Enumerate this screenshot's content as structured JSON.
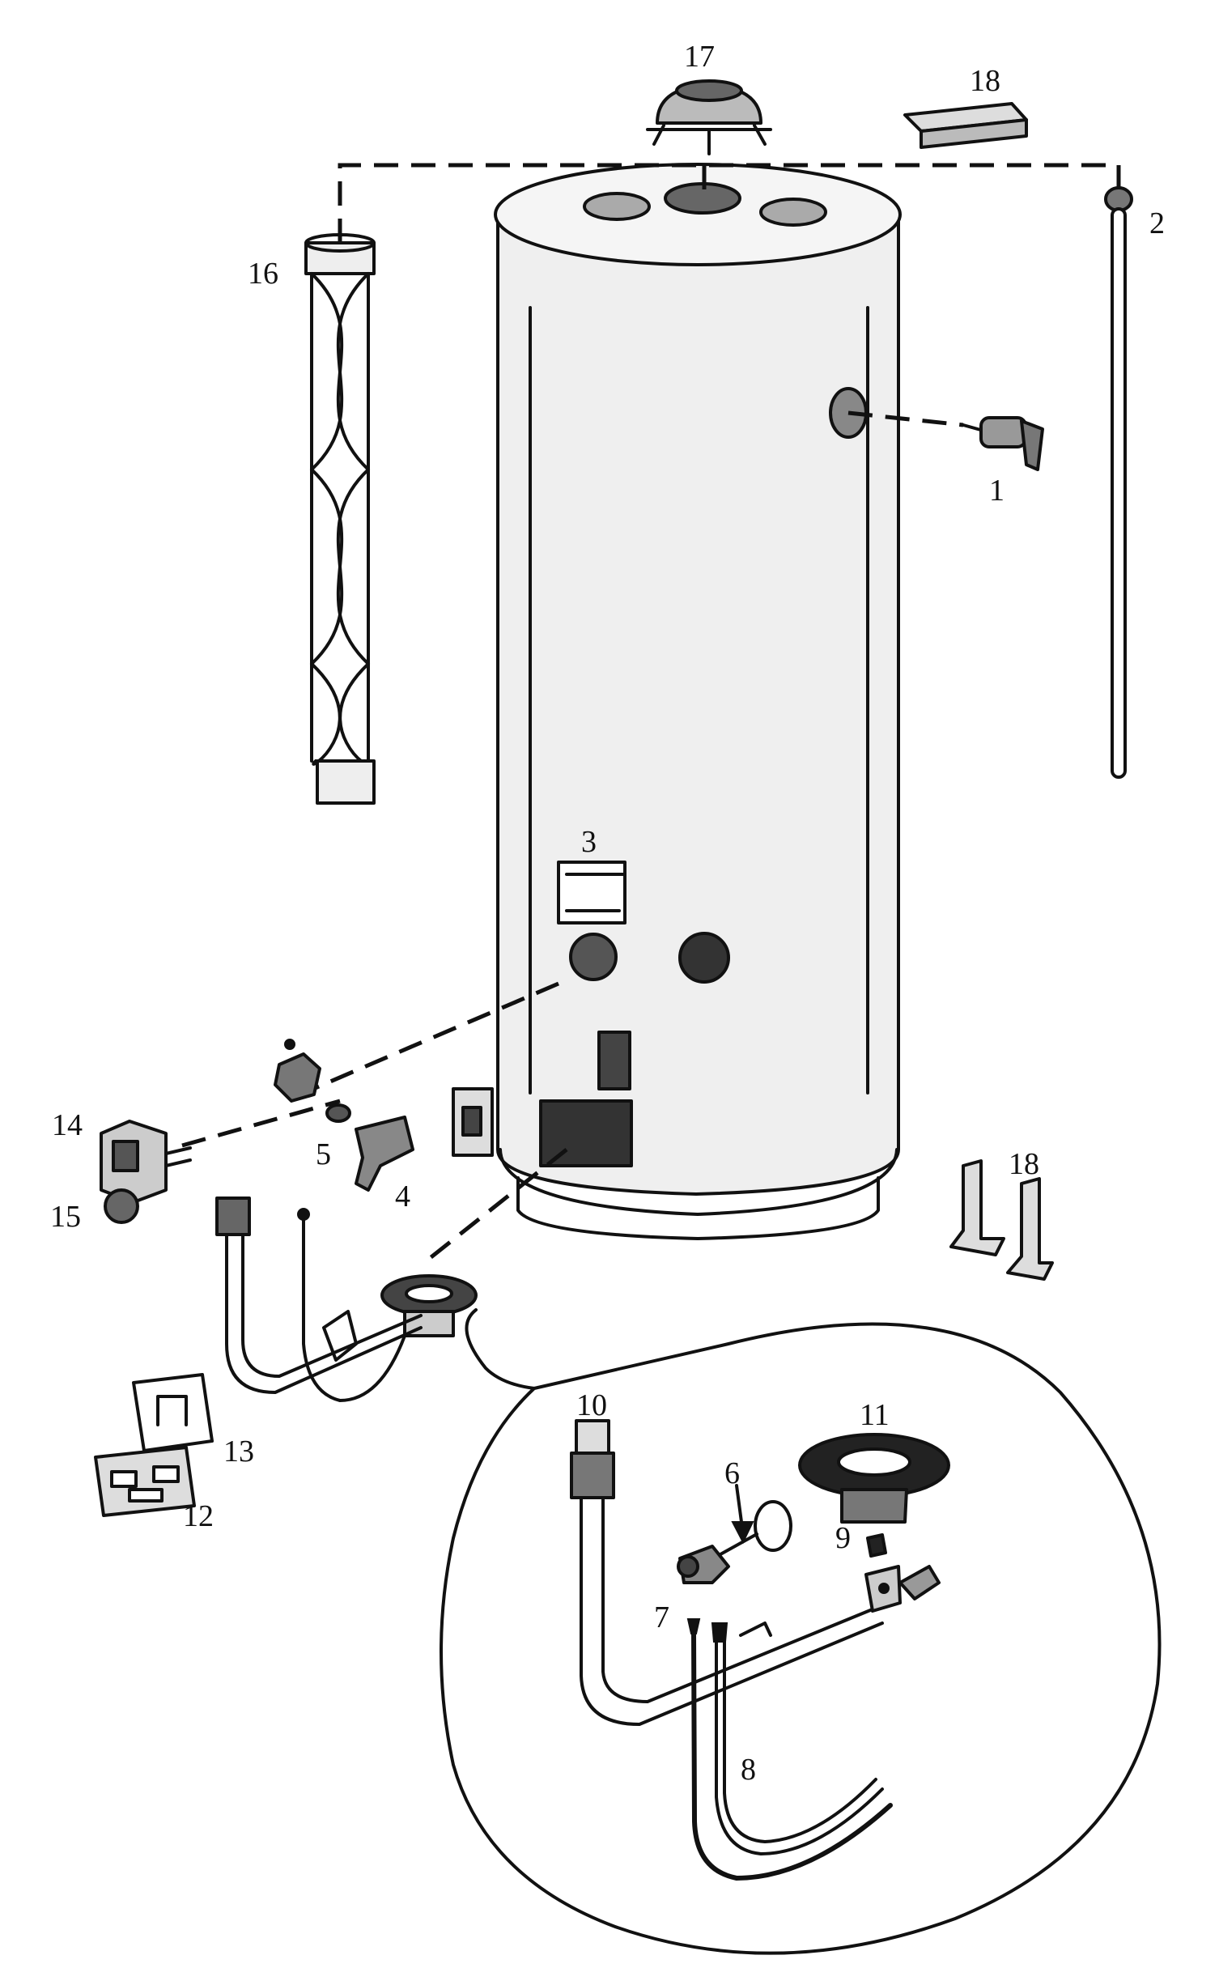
{
  "labels": {
    "l1": "1",
    "l2": "2",
    "l3": "3",
    "l4": "4",
    "l5": "5",
    "l6": "6",
    "l7": "7",
    "l8": "8",
    "l9": "9",
    "l10": "10",
    "l11": "11",
    "l12": "12",
    "l13": "13",
    "l14": "14",
    "l15": "15",
    "l16": "16",
    "l17": "17",
    "l18a": "18",
    "l18b": "18"
  },
  "colors": {
    "ink": "#111111",
    "paper": "#ffffff",
    "tank_fill": "#ececec"
  }
}
